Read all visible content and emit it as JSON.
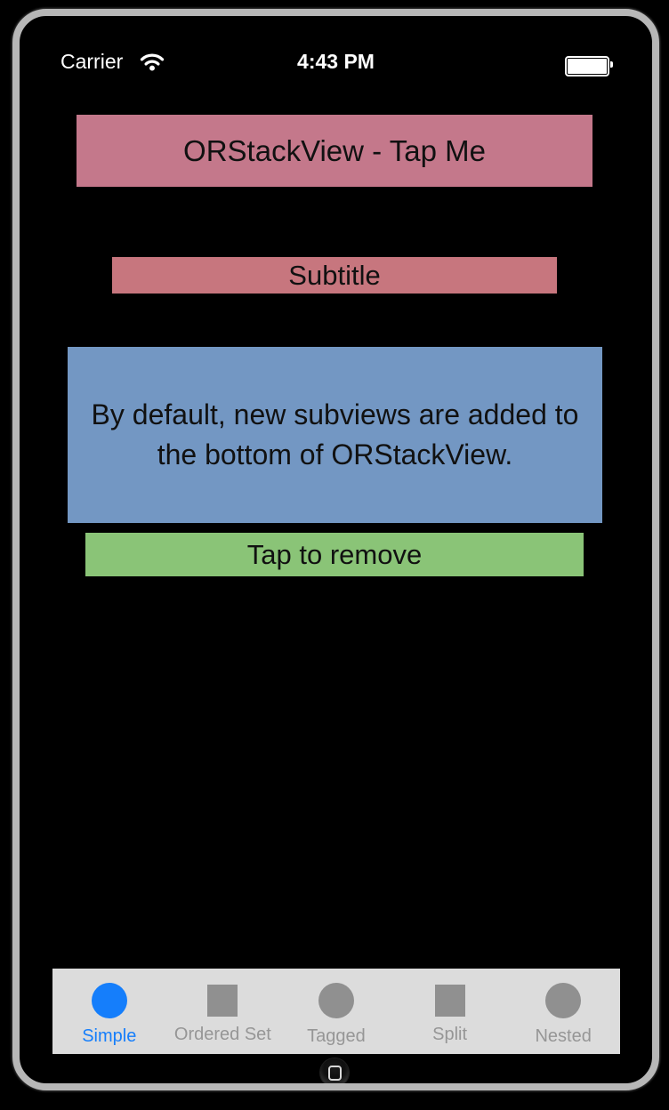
{
  "status_bar": {
    "carrier": "Carrier",
    "time": "4:43 PM"
  },
  "stack": {
    "title": "ORStackView - Tap Me",
    "subtitle": "Subtitle",
    "info": "By default, new subviews are added to\nthe bottom of ORStackView.",
    "remove": "Tap to remove"
  },
  "tab_bar": {
    "items": [
      {
        "label": "Simple",
        "icon": "circle",
        "active": true
      },
      {
        "label": "Ordered Set",
        "icon": "square",
        "active": false
      },
      {
        "label": "Tagged",
        "icon": "circle",
        "active": false
      },
      {
        "label": "Split",
        "icon": "square",
        "active": false
      },
      {
        "label": "Nested",
        "icon": "circle",
        "active": false
      }
    ]
  },
  "colors": {
    "title_bg": "#c4788b",
    "subtitle_bg": "#c7767e",
    "info_bg": "#7397c3",
    "remove_bg": "#8ac477",
    "tab_bar_bg": "#dcdcdc",
    "tab_active": "#157efb",
    "tab_inactive": "#919191"
  }
}
